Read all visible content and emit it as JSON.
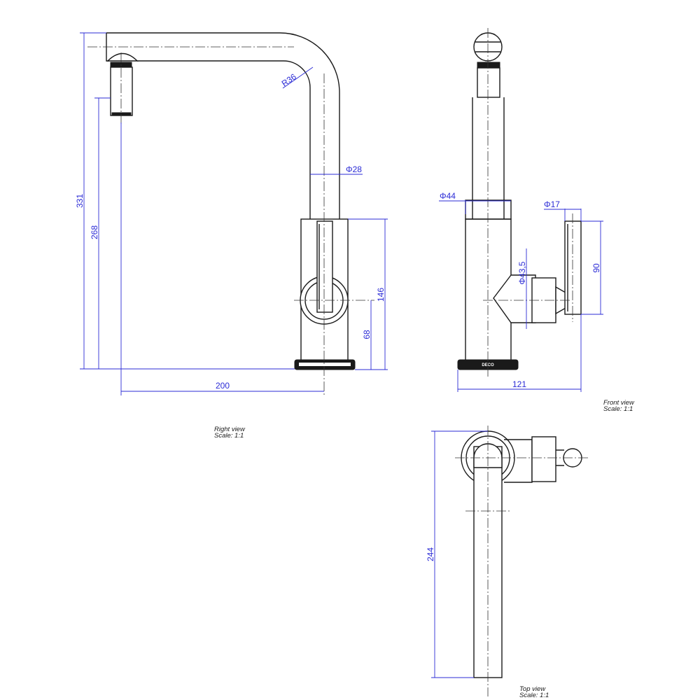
{
  "colors": {
    "dimension": "#2b2bd6",
    "outline": "#1a1a1a",
    "background": "#ffffff"
  },
  "views": {
    "right": {
      "caption_name": "Right view",
      "caption_scale": "Scale:  1:1",
      "dims": {
        "height_total": "331",
        "height_outlet": "268",
        "body_height": "146",
        "lever_axis_height": "68",
        "spout_reach": "200",
        "spout_diameter": "Φ28",
        "bend_radius": "R36"
      }
    },
    "front": {
      "caption_name": "Front view",
      "caption_scale": "Scale:  1:1",
      "dims": {
        "body_diameter": "Φ44",
        "lever_diameter": "Φ17",
        "lever_height": "90",
        "hub_diameter": "Φ43,5",
        "overall_width": "121"
      }
    },
    "top": {
      "caption_name": "Top view",
      "caption_scale": "Scale:  1:1",
      "dims": {
        "depth": "244"
      }
    }
  },
  "brand_mark": "DECO"
}
